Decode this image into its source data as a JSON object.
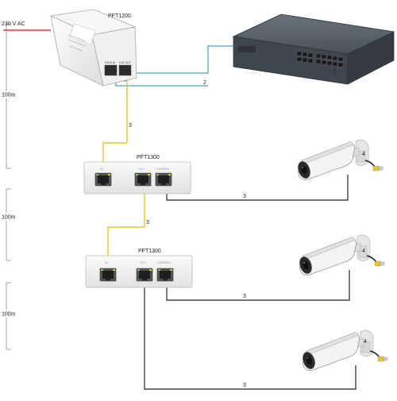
{
  "supply_label": "230 V AC",
  "injector": {
    "name": "PFT1200",
    "port_in": "DATA IN",
    "port_out": "PoE OUT"
  },
  "switch": {
    "brand": "TP-LINK",
    "number": "1"
  },
  "extenders": [
    {
      "name": "PFT1300",
      "port_in": "IN",
      "port_out": "OUT",
      "port_cam": "CAMERA"
    },
    {
      "name": "PFT1300",
      "port_in": "IN",
      "port_out": "OUT",
      "port_cam": "CAMERA"
    }
  ],
  "distances": [
    "100m",
    "100m",
    "100m"
  ],
  "cable_labels": {
    "uplink": "2",
    "injector_to_ext1": "3",
    "ext1_to_ext2": "3",
    "cam1": "3",
    "cam2": "3",
    "cam3": "3"
  },
  "camera_number": "4",
  "colors": {
    "power_wire": "#d23b3b",
    "uplink_cable": "#4a9ad8",
    "yellow_cable": "#e8c330",
    "black_cable": "#222222",
    "device_body": "#f2f2f2",
    "switch_body": "#4a525b"
  }
}
